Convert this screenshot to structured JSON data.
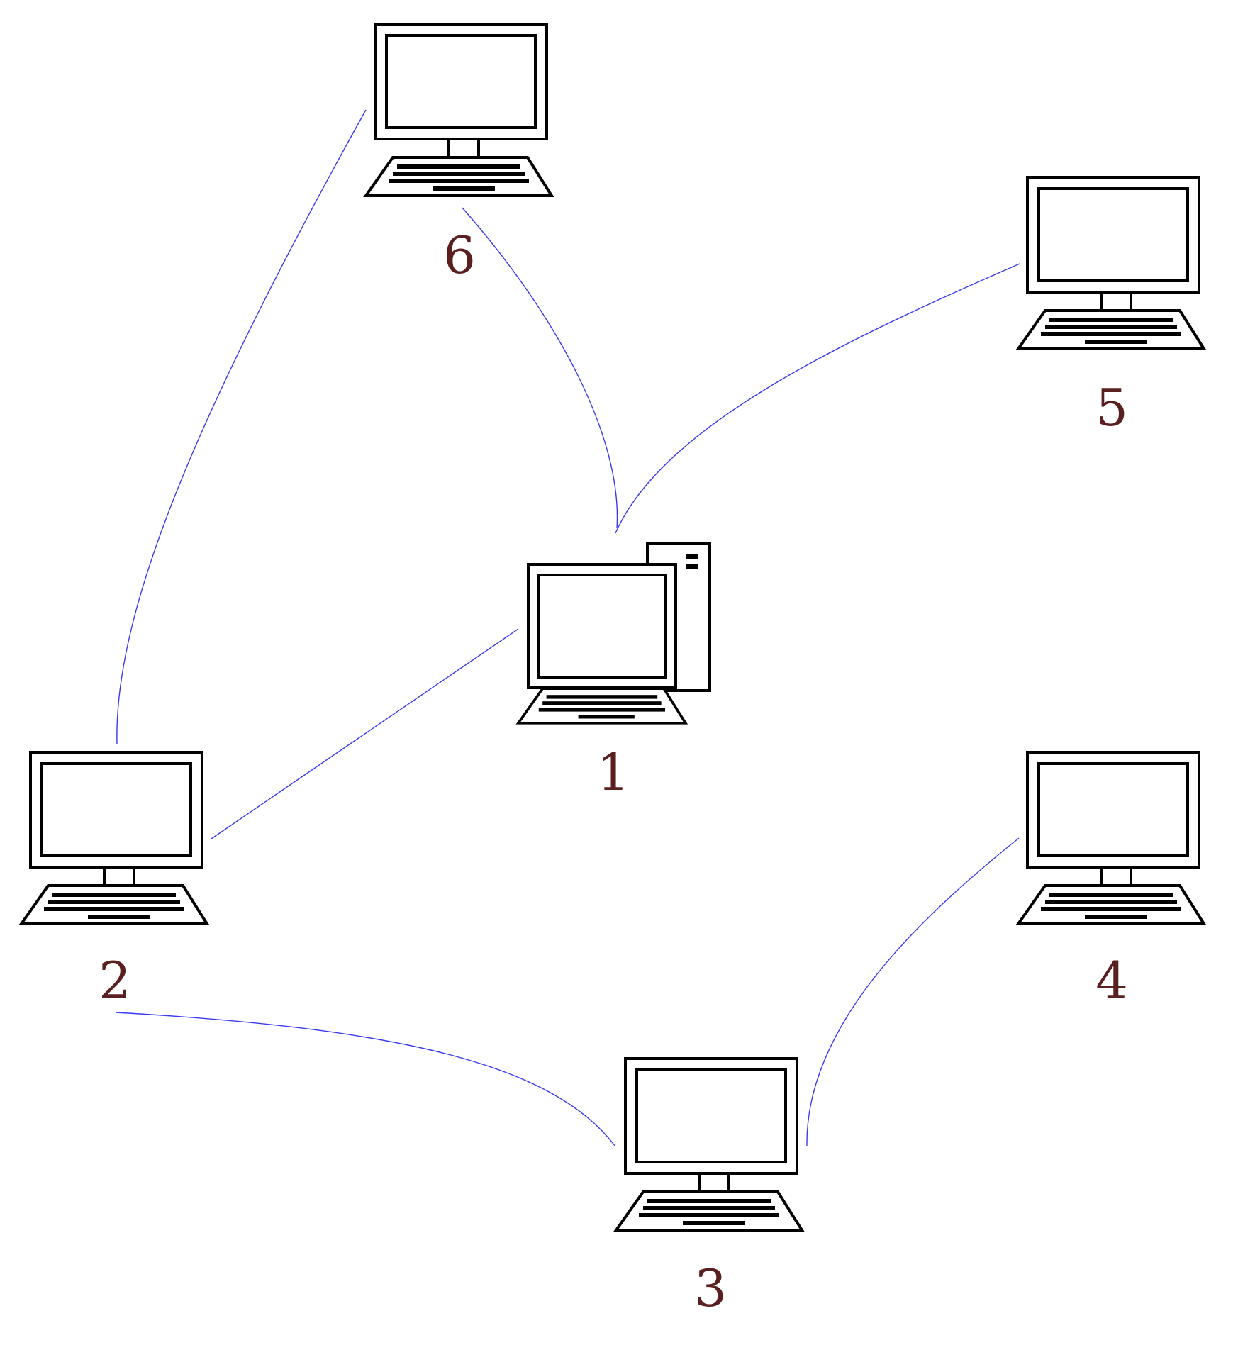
{
  "colors": {
    "link": "#3a3af0",
    "label": "#5a1f1f",
    "device": "#000000",
    "background": "#ffffff"
  },
  "nodes": [
    {
      "id": "1",
      "label": "1",
      "icon": "desktop-tower-computer-icon"
    },
    {
      "id": "2",
      "label": "2",
      "icon": "desktop-monitor-keyboard-icon"
    },
    {
      "id": "3",
      "label": "3",
      "icon": "desktop-monitor-keyboard-icon"
    },
    {
      "id": "4",
      "label": "4",
      "icon": "desktop-monitor-keyboard-icon"
    },
    {
      "id": "5",
      "label": "5",
      "icon": "desktop-monitor-keyboard-icon"
    },
    {
      "id": "6",
      "label": "6",
      "icon": "desktop-monitor-keyboard-icon"
    }
  ],
  "edges": [
    {
      "from": "1",
      "to": "6"
    },
    {
      "from": "1",
      "to": "5"
    },
    {
      "from": "1",
      "to": "2"
    },
    {
      "from": "2",
      "to": "6"
    },
    {
      "from": "2",
      "to": "3"
    },
    {
      "from": "3",
      "to": "4"
    }
  ]
}
